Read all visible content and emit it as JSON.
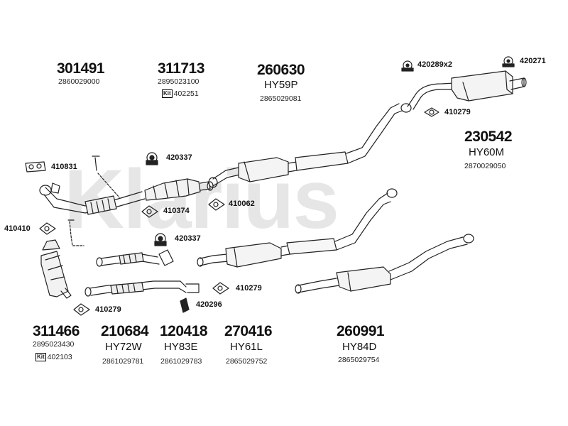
{
  "watermark": "Klarius",
  "groups": [
    {
      "id": "g1",
      "part": "301491",
      "number": "2860029000",
      "kit": "",
      "code": ""
    },
    {
      "id": "g2",
      "part": "311713",
      "number": "2895023100",
      "kit": "402251",
      "code": ""
    },
    {
      "id": "g3",
      "part": "260630",
      "code": "HY59P",
      "number": "2865029081",
      "kit": ""
    },
    {
      "id": "g4",
      "part": "230542",
      "code": "HY60M",
      "number": "2870029050",
      "kit": ""
    },
    {
      "id": "g5",
      "part": "311466",
      "number": "2895023430",
      "kit": "402103",
      "code": ""
    },
    {
      "id": "g6",
      "part": "210684",
      "code": "HY72W",
      "number": "2861029781",
      "kit": ""
    },
    {
      "id": "g7",
      "part": "120418",
      "code": "HY83E",
      "number": "2861029783",
      "kit": ""
    },
    {
      "id": "g8",
      "part": "270416",
      "code": "HY61L",
      "number": "2865029752",
      "kit": ""
    },
    {
      "id": "g9",
      "part": "260991",
      "code": "HY84D",
      "number": "2865029754",
      "kit": ""
    }
  ],
  "kit_label": "Kit",
  "refs": {
    "r420289": "420289x2",
    "r420271": "420271",
    "r410279a": "410279",
    "r410831": "410831",
    "r420337a": "420337",
    "r410374": "410374",
    "r410062": "410062",
    "r410410": "410410",
    "r420337b": "420337",
    "r410279b": "410279",
    "r420296": "420296",
    "r410279c": "410279"
  }
}
